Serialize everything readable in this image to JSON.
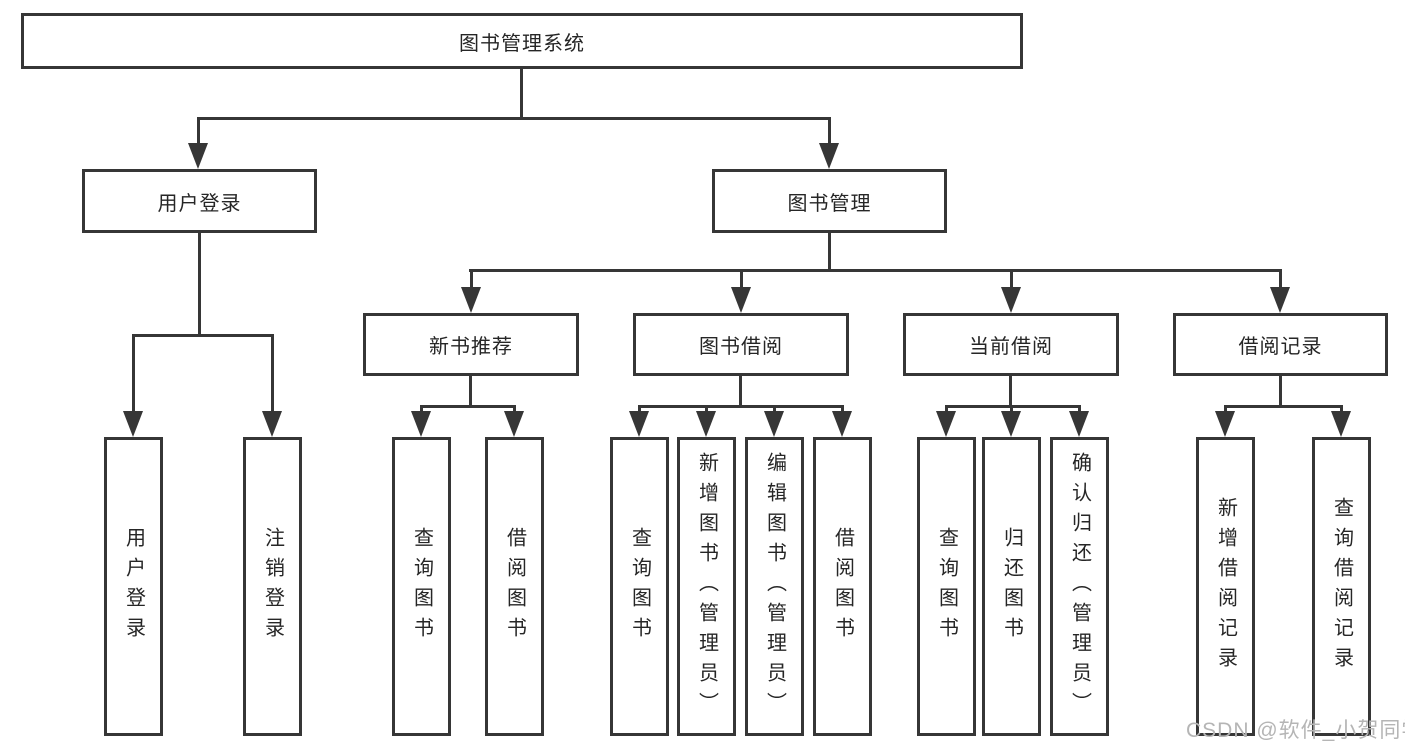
{
  "diagram": {
    "root": {
      "label": "图书管理系统"
    },
    "level2": [
      {
        "label": "用户登录"
      },
      {
        "label": "图书管理"
      }
    ],
    "level3": [
      {
        "label": "新书推荐"
      },
      {
        "label": "图书借阅"
      },
      {
        "label": "当前借阅"
      },
      {
        "label": "借阅记录"
      }
    ],
    "leaves": [
      {
        "label": "用户登录"
      },
      {
        "label": "注销登录"
      },
      {
        "label": "查询图书"
      },
      {
        "label": "借阅图书"
      },
      {
        "label": "查询图书"
      },
      {
        "label": "新增图书（管理员）"
      },
      {
        "label": "编辑图书（管理员）"
      },
      {
        "label": "借阅图书"
      },
      {
        "label": "查询图书"
      },
      {
        "label": "归还图书"
      },
      {
        "label": "确认归还（管理员）"
      },
      {
        "label": "新增借阅记录"
      },
      {
        "label": "查询借阅记录"
      }
    ]
  },
  "watermark": "CSDN @软件_小贺同学",
  "colors": {
    "line": "#363636",
    "box_background": "#ffffff",
    "text": "#262626",
    "watermark": "#b5b5b5"
  }
}
